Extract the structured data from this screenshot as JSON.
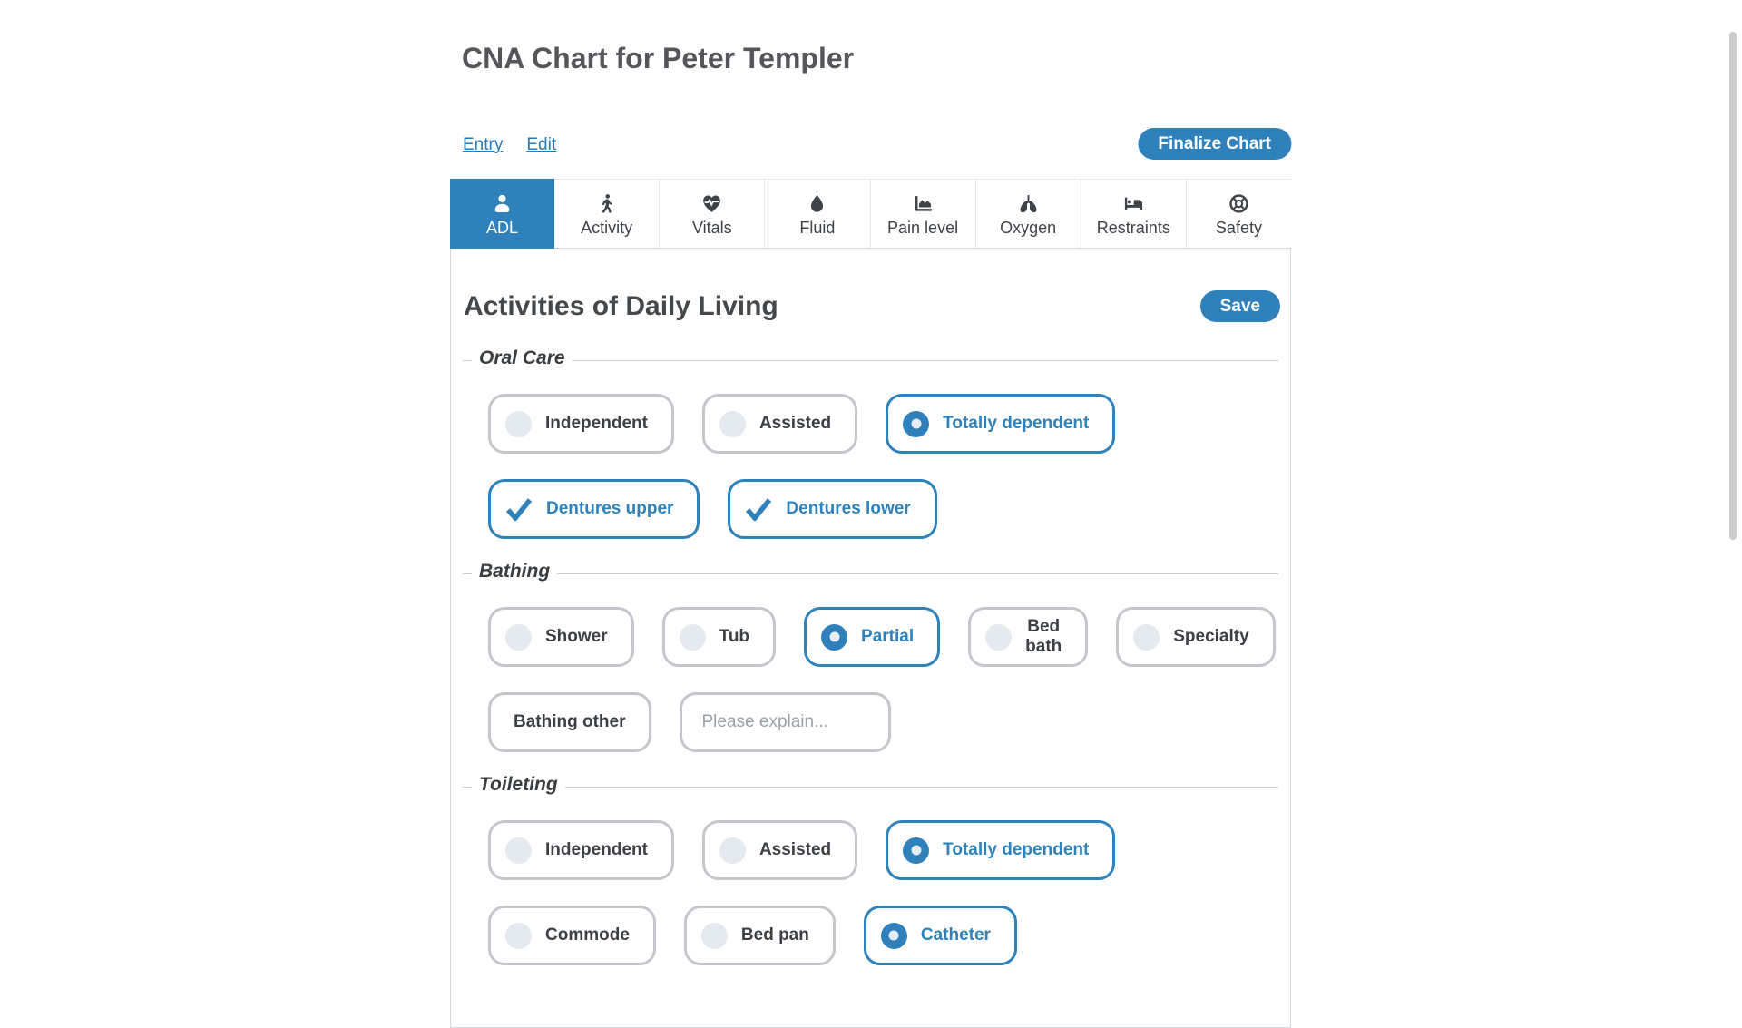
{
  "header": {
    "title": "CNA Chart for Peter Templer",
    "links": [
      {
        "label": "Entry"
      },
      {
        "label": "Edit"
      }
    ],
    "finalize_button": "Finalize Chart"
  },
  "tabs": [
    {
      "label": "ADL",
      "icon": "person-icon",
      "active": true
    },
    {
      "label": "Activity",
      "icon": "walking-icon",
      "active": false
    },
    {
      "label": "Vitals",
      "icon": "heart-pulse-icon",
      "active": false
    },
    {
      "label": "Fluid",
      "icon": "droplet-icon",
      "active": false
    },
    {
      "label": "Pain level",
      "icon": "area-chart-icon",
      "active": false
    },
    {
      "label": "Oxygen",
      "icon": "lungs-icon",
      "active": false
    },
    {
      "label": "Restraints",
      "icon": "bed-icon",
      "active": false
    },
    {
      "label": "Safety",
      "icon": "life-ring-icon",
      "active": false
    }
  ],
  "panel": {
    "heading": "Activities of Daily Living",
    "save_button": "Save",
    "sections": [
      {
        "legend": "Oral Care",
        "rows": [
          {
            "options": [
              {
                "type": "radio",
                "label": "Independent",
                "selected": false
              },
              {
                "type": "radio",
                "label": "Assisted",
                "selected": false
              },
              {
                "type": "radio",
                "label": "Totally dependent",
                "selected": true
              }
            ]
          },
          {
            "options": [
              {
                "type": "checkbox",
                "label": "Dentures upper",
                "selected": true
              },
              {
                "type": "checkbox",
                "label": "Dentures lower",
                "selected": true
              }
            ]
          }
        ]
      },
      {
        "legend": "Bathing",
        "rows": [
          {
            "options": [
              {
                "type": "radio",
                "label": "Shower",
                "selected": false
              },
              {
                "type": "radio",
                "label": "Tub",
                "selected": false
              },
              {
                "type": "radio",
                "label": "Partial",
                "selected": true
              },
              {
                "type": "radio",
                "label": "Bed bath",
                "selected": false
              },
              {
                "type": "radio",
                "label": "Specialty",
                "selected": false
              }
            ]
          },
          {
            "options": [
              {
                "type": "plain",
                "label": "Bathing other",
                "selected": false
              },
              {
                "type": "input",
                "placeholder": "Please explain...",
                "value": ""
              }
            ]
          }
        ]
      },
      {
        "legend": "Toileting",
        "rows": [
          {
            "options": [
              {
                "type": "radio",
                "label": "Independent",
                "selected": false
              },
              {
                "type": "radio",
                "label": "Assisted",
                "selected": false
              },
              {
                "type": "radio",
                "label": "Totally dependent",
                "selected": true
              }
            ]
          },
          {
            "options": [
              {
                "type": "radio",
                "label": "Commode",
                "selected": false
              },
              {
                "type": "radio",
                "label": "Bed pan",
                "selected": false
              },
              {
                "type": "radio",
                "label": "Catheter",
                "selected": true
              }
            ]
          }
        ]
      }
    ]
  },
  "colors": {
    "accent": "#2e81ba",
    "link": "#2a7ab5",
    "card_border": "#c3c7cb",
    "text_dark": "#3c4044",
    "title_gray": "#545659",
    "radio_fill": "#e4eaf0",
    "placeholder_gray": "#9aa1a8",
    "panel_border": "#d4d7da",
    "divider_gray": "#c9cdd1",
    "tab_separator": "#e6e8ea",
    "scrollbar_gray": "#cbcbcb"
  }
}
